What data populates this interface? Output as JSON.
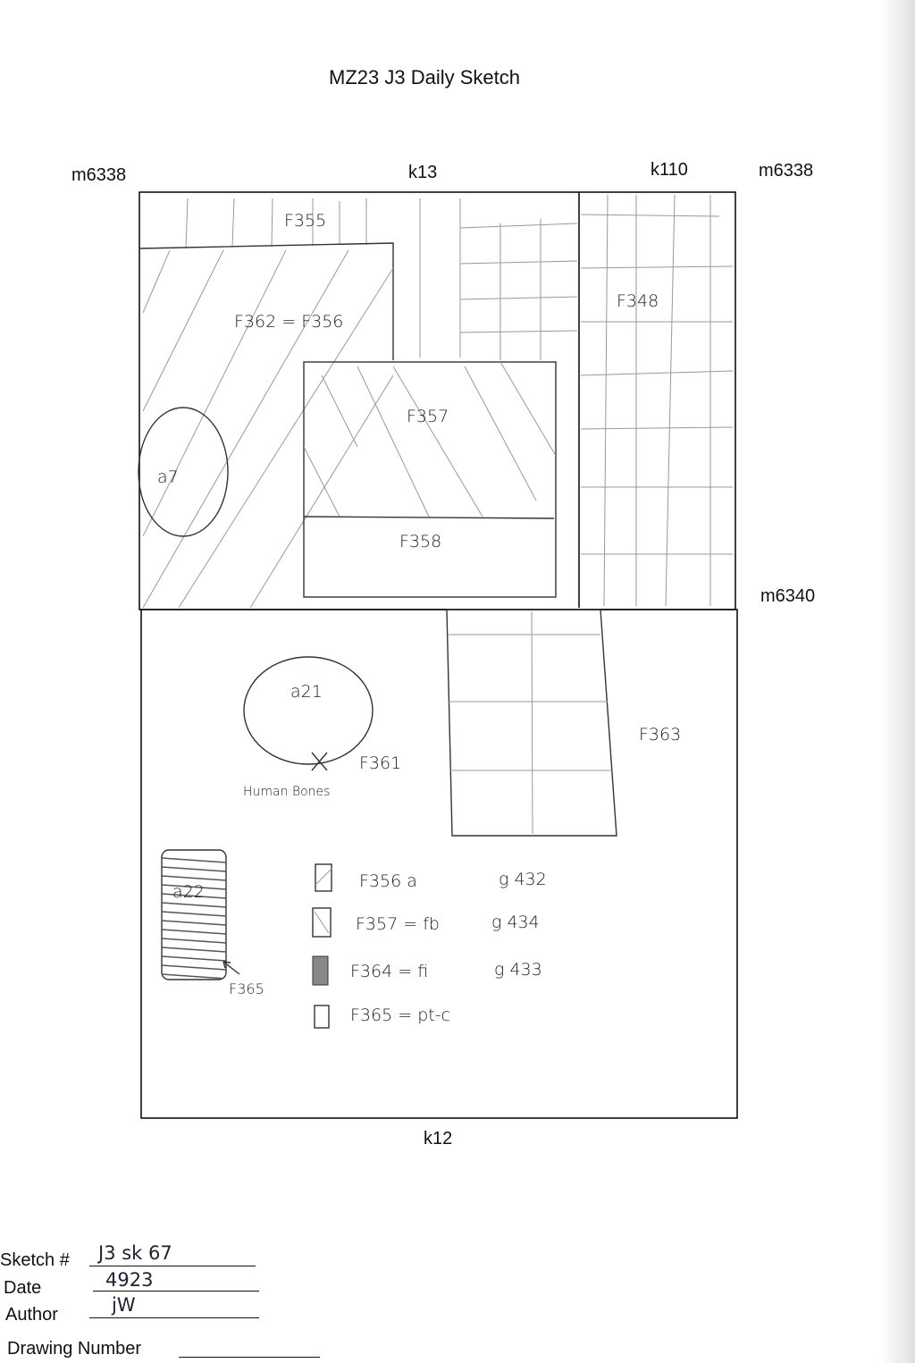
{
  "title": "MZ23 J3 Daily Sketch",
  "grid_labels": {
    "top_left": "m6338",
    "top_middle": "k13",
    "top_right_inner": "k110",
    "top_right": "m6338",
    "right_middle": "m6340",
    "bottom": "k12"
  },
  "features": {
    "f355": "F355",
    "f362": "F362 = F356",
    "f348": "F348",
    "f357": "F357",
    "f358": "F358",
    "a7": "a7",
    "a21": "a21",
    "f361": "F361",
    "bones": "Human Bones",
    "f363": "F363",
    "a22": "a22",
    "f365": "F365"
  },
  "legend": [
    {
      "label": "F356  a",
      "note": "g 432"
    },
    {
      "label": "F357 = fb",
      "note": "g 434"
    },
    {
      "label": "F364 = fi",
      "note": "g 433"
    },
    {
      "label": "F365 = pt-c",
      "note": ""
    }
  ],
  "form": {
    "sketch_label": "Sketch #",
    "sketch_value": "J3 sk 67",
    "date_label": "Date",
    "date_value": "4923",
    "author_label": "Author",
    "author_value": "jW",
    "drawing_label": "Drawing Number",
    "drawing_value": ""
  }
}
